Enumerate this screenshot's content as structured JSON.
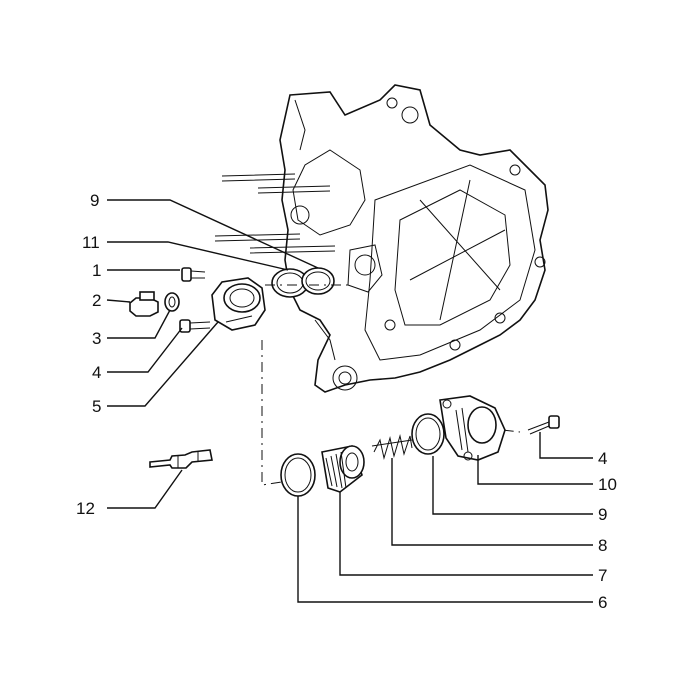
{
  "diagram": {
    "type": "exploded-parts-view",
    "callouts": [
      {
        "id": "c9a",
        "text": "9"
      },
      {
        "id": "c11",
        "text": "11"
      },
      {
        "id": "c1",
        "text": "1"
      },
      {
        "id": "c2",
        "text": "2"
      },
      {
        "id": "c3",
        "text": "3"
      },
      {
        "id": "c4a",
        "text": "4"
      },
      {
        "id": "c5",
        "text": "5"
      },
      {
        "id": "c12",
        "text": "12"
      },
      {
        "id": "c4b",
        "text": "4"
      },
      {
        "id": "c10",
        "text": "10"
      },
      {
        "id": "c9b",
        "text": "9"
      },
      {
        "id": "c8",
        "text": "8"
      },
      {
        "id": "c7",
        "text": "7"
      },
      {
        "id": "c6",
        "text": "6"
      }
    ]
  }
}
